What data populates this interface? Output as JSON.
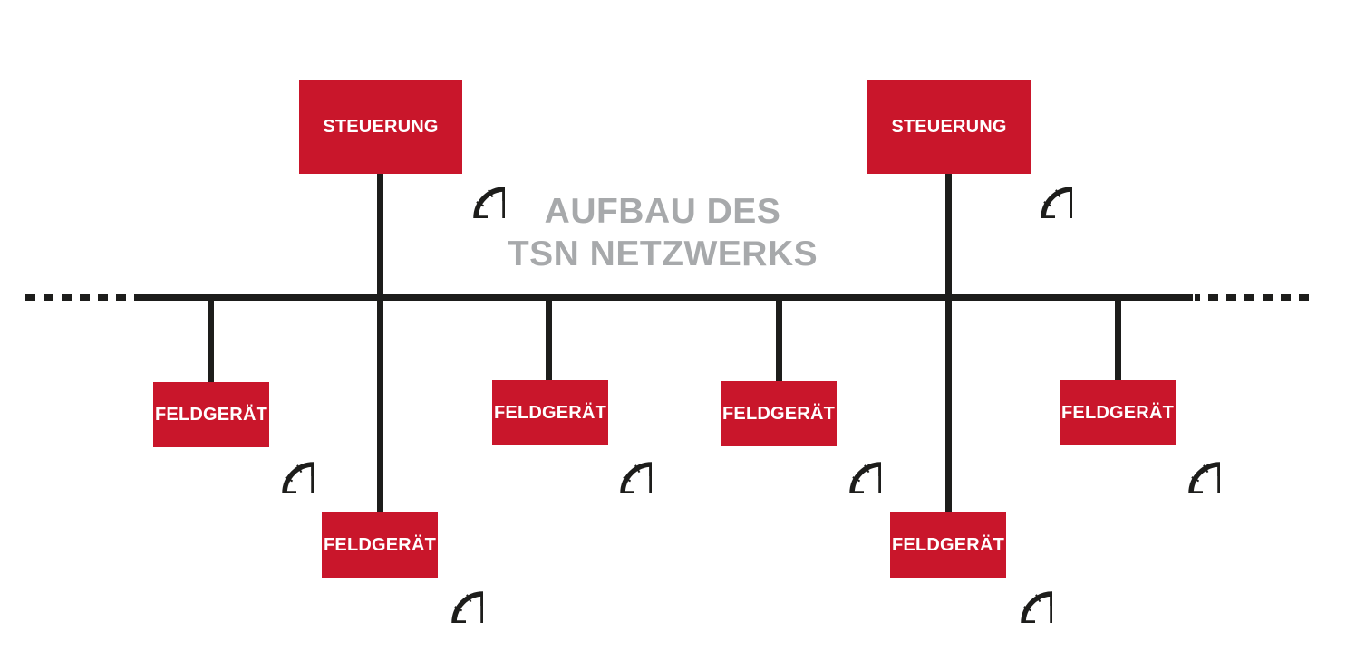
{
  "title": {
    "line1": "AUFBAU DES",
    "line2": "TSN NETZWERKS"
  },
  "colors": {
    "device_red": "#C9162B",
    "title_gray": "#A7A9AB",
    "line_black": "#1D1D1B",
    "label_white": "#FFFFFF"
  },
  "clock": {
    "icon": "clock-icon",
    "time_shown": "5:00",
    "count": 8
  },
  "nodes": {
    "controllers": [
      {
        "label": "STEUERUNG"
      },
      {
        "label": "STEUERUNG"
      }
    ],
    "field_devices": [
      {
        "label": "FELDGERÄT"
      },
      {
        "label": "FELDGERÄT"
      },
      {
        "label": "FELDGERÄT"
      },
      {
        "label": "FELDGERÄT"
      },
      {
        "label": "FELDGERÄT"
      },
      {
        "label": "FELDGERÄT"
      }
    ]
  }
}
